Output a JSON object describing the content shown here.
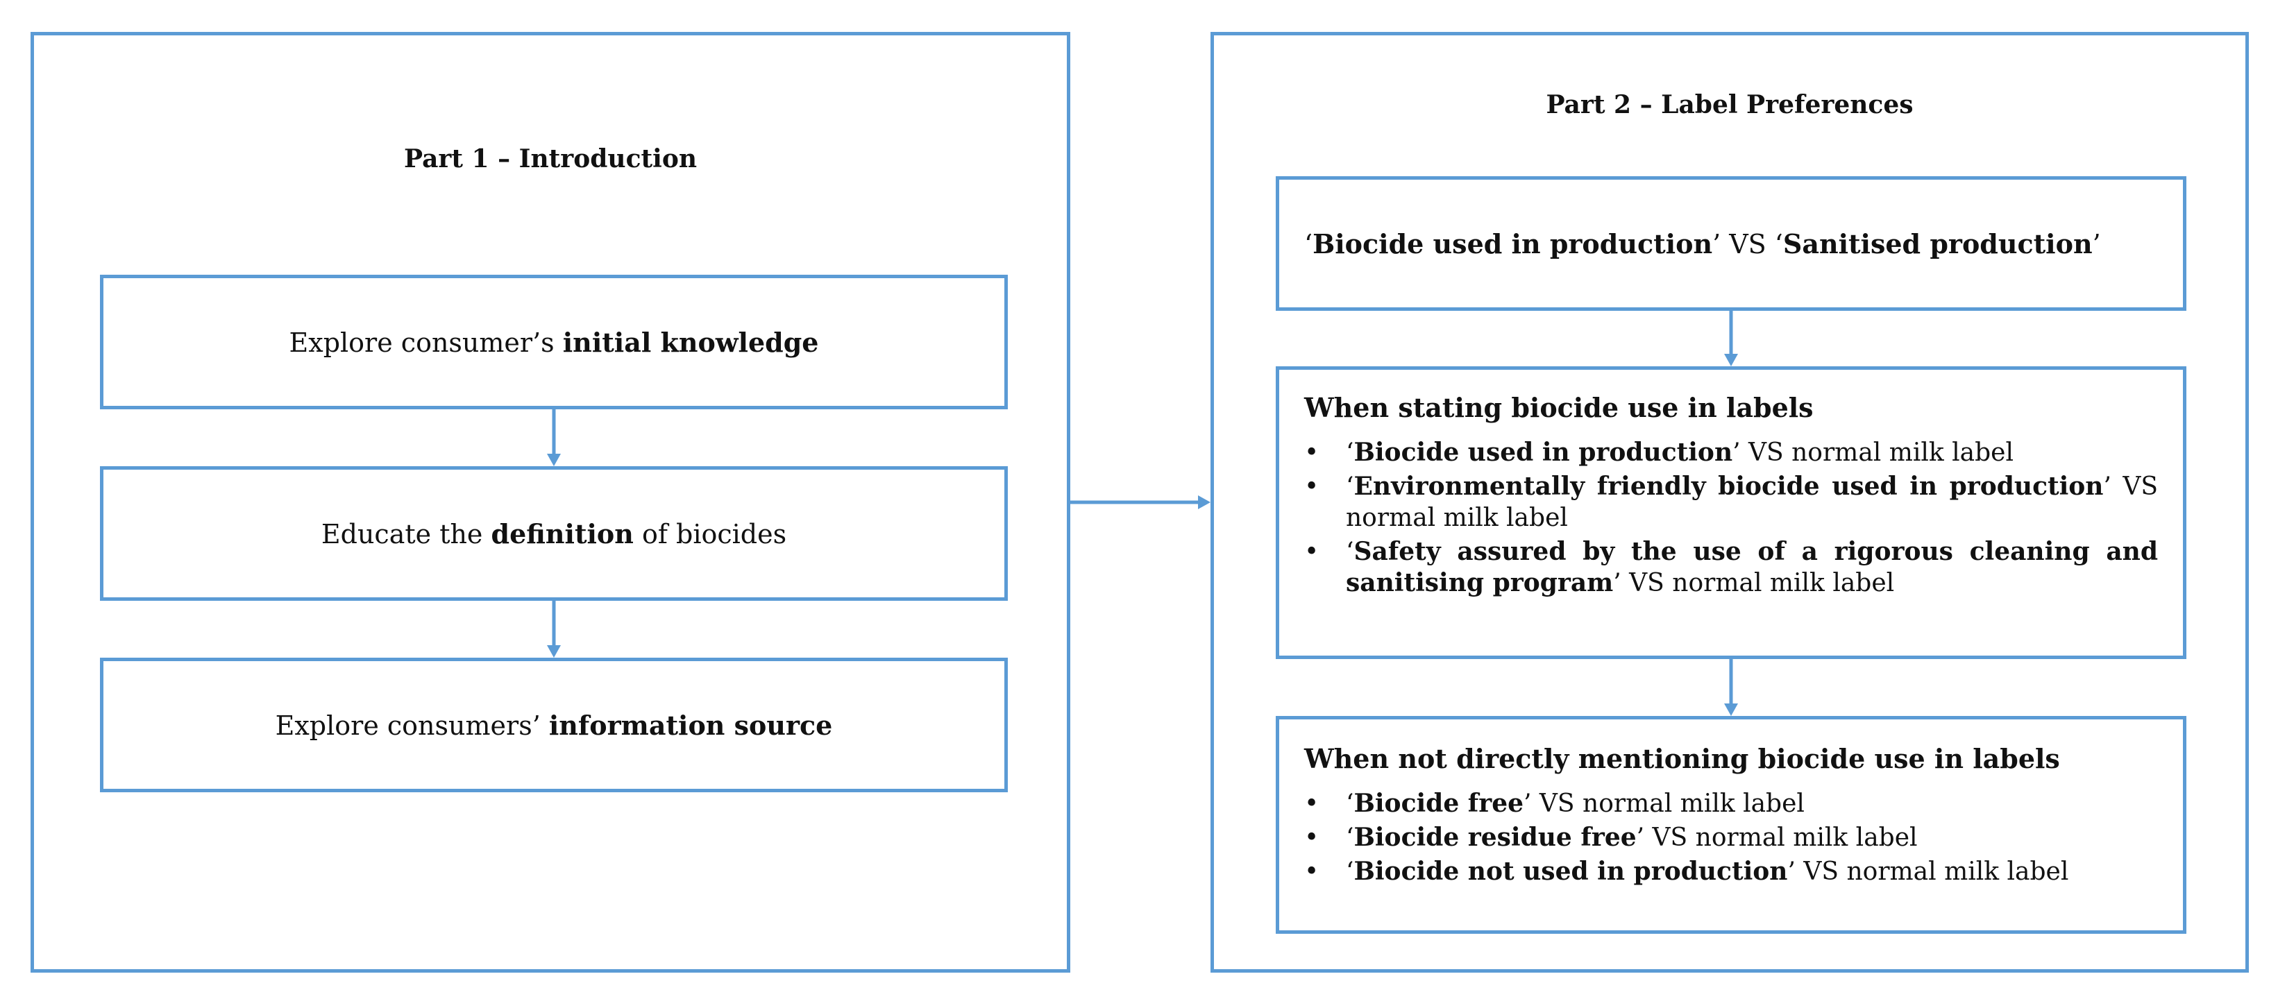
{
  "part1": {
    "title": "Part 1 – Introduction",
    "steps": [
      {
        "pre": "Explore consumer’s ",
        "bold": "initial knowledge",
        "post": ""
      },
      {
        "pre": "Educate the ",
        "bold": "definition",
        "post": " of biocides"
      },
      {
        "pre": "Explore consumers’ ",
        "bold": "information source",
        "post": ""
      }
    ]
  },
  "part2": {
    "title": "Part 2 – Label Preferences",
    "comparison": {
      "q1": "‘",
      "bold1": "Biocide used in production",
      "mid": "’ VS ‘",
      "bold2": "Sanitised production",
      "q2": "’"
    },
    "stating": {
      "heading": "When stating biocide use in labels",
      "items": [
        {
          "q": "‘",
          "bold": "Biocide used in production",
          "rest": "’ VS normal milk label"
        },
        {
          "q": "‘",
          "bold": "Environmentally friendly biocide used in production",
          "rest": "’ VS normal milk label"
        },
        {
          "q": "‘",
          "bold": "Safety assured by the use of a rigorous cleaning and sanitising program",
          "rest": "’ VS normal milk label"
        }
      ]
    },
    "not_mentioning": {
      "heading": "When not directly mentioning biocide use in labels",
      "items": [
        {
          "q": "‘",
          "bold": "Biocide free",
          "rest": "’ VS normal milk label"
        },
        {
          "q": "‘",
          "bold": "Biocide residue free",
          "rest": "’ VS normal milk label"
        },
        {
          "q": "‘",
          "bold": "Biocide not used in production",
          "rest": "’ VS normal milk label"
        }
      ]
    },
    "bullet": "•"
  },
  "colors": {
    "border": "#5b9bd5",
    "text": "#111111"
  }
}
